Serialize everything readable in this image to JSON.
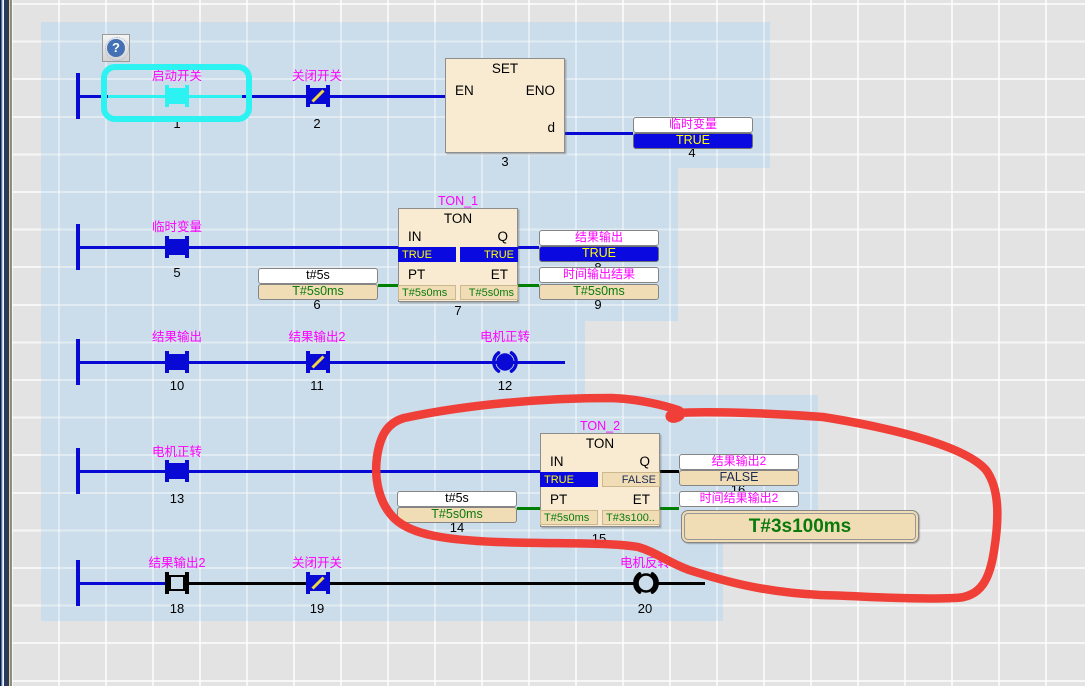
{
  "help_button": {
    "glyph": "?"
  },
  "colors": {
    "wire_on": "#0909d6",
    "wire_off": "#000000",
    "wire_time": "#008000",
    "selection_cyan": "#2cf2f2",
    "annotation_red": "#ef3a32",
    "panel_blue": "#cbdcea",
    "variable_label": "#ff00ff",
    "true_value_bg": "#0909e0",
    "true_value_text": "#ffff00",
    "block_fill": "#f9ebd2",
    "value_fill": "#f0ddb6"
  },
  "rungs": [
    {
      "contacts": [
        {
          "kind": "normally-open",
          "label": "启动开关",
          "step": "1",
          "selected": true
        },
        {
          "kind": "normally-closed",
          "label": "关闭开关",
          "step": "2"
        }
      ],
      "block": {
        "title": "SET",
        "pin_en": "EN",
        "pin_eno": "ENO",
        "pin_d": "d",
        "step": "3"
      },
      "outputs": [
        {
          "label": "临时变量",
          "value": "TRUE",
          "step": "4"
        }
      ]
    },
    {
      "contacts": [
        {
          "kind": "normally-open",
          "label": "临时变量",
          "step": "5"
        }
      ],
      "input": {
        "expr": "t#5s",
        "value": "T#5s0ms",
        "step": "6"
      },
      "block": {
        "instance": "TON_1",
        "title": "TON",
        "pin_in": "IN",
        "pin_q": "Q",
        "pin_pt": "PT",
        "pin_et": "ET",
        "val_in": "TRUE",
        "val_q": "TRUE",
        "val_pt": "T#5s0ms",
        "val_et": "T#5s0ms",
        "step": "7"
      },
      "outputs": [
        {
          "label": "结果输出",
          "value": "TRUE",
          "step": "8"
        },
        {
          "label": "时间输出结果",
          "value": "T#5s0ms",
          "step": "9"
        }
      ]
    },
    {
      "contacts": [
        {
          "kind": "normally-open",
          "label": "结果输出",
          "step": "10"
        },
        {
          "kind": "normally-closed",
          "label": "结果输出2",
          "step": "11"
        }
      ],
      "coil": {
        "label": "电机正转",
        "step": "12",
        "state": "on"
      }
    },
    {
      "contacts": [
        {
          "kind": "normally-open",
          "label": "电机正转",
          "step": "13"
        }
      ],
      "input": {
        "expr": "t#5s",
        "value": "T#5s0ms",
        "step": "14"
      },
      "block": {
        "instance": "TON_2",
        "title": "TON",
        "pin_in": "IN",
        "pin_q": "Q",
        "pin_pt": "PT",
        "pin_et": "ET",
        "val_in": "TRUE",
        "val_q": "FALSE",
        "val_pt": "T#5s0ms",
        "val_et": "T#3s100..",
        "step": "15"
      },
      "outputs": [
        {
          "label": "结果输出2",
          "value": "FALSE",
          "step": "16"
        },
        {
          "label": "时间结果输出2",
          "value": "T#3s100ms"
        }
      ]
    },
    {
      "contacts": [
        {
          "kind": "normally-open",
          "label": "结果输出2",
          "step": "18"
        },
        {
          "kind": "normally-closed",
          "label": "关闭开关",
          "step": "19"
        }
      ],
      "coil": {
        "label": "电机反转",
        "step": "20",
        "state": "off"
      }
    }
  ]
}
